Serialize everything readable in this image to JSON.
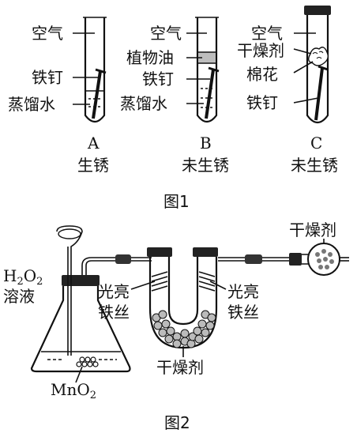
{
  "figure1": {
    "caption": "图1",
    "tubes": [
      {
        "letter": "A",
        "status": "生锈",
        "labels": [
          "空气",
          "铁钉",
          "蒸馏水"
        ]
      },
      {
        "letter": "B",
        "status": "未生锈",
        "labels": [
          "空气",
          "植物油",
          "铁钉",
          "蒸馏水"
        ]
      },
      {
        "letter": "C",
        "status": "未生锈",
        "labels": [
          "空气",
          "干燥剂",
          "棉花",
          "铁钉"
        ]
      }
    ]
  },
  "figure2": {
    "caption": "图2",
    "solution_label_formula": "H2O2",
    "solution_label_word": "溶液",
    "catalyst_label": "MnO2",
    "left_wire_label": [
      "光亮",
      "铁丝"
    ],
    "right_wire_label": [
      "光亮",
      "铁丝"
    ],
    "bottom_desiccant_label": "干燥剂",
    "tube_desiccant_label": "干燥剂"
  }
}
